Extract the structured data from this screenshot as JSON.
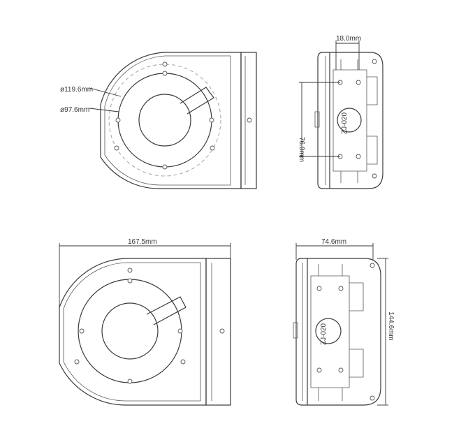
{
  "dimensions": {
    "outer_diameter": "ø119.6mm",
    "inner_diameter": "ø97.6mm",
    "slot_width": "18.0mm",
    "hole_spacing": "76.0mm",
    "total_width": "167.5mm",
    "depth": "74.6mm",
    "height": "144.6mm"
  },
  "part_label": "ZJ-020"
}
